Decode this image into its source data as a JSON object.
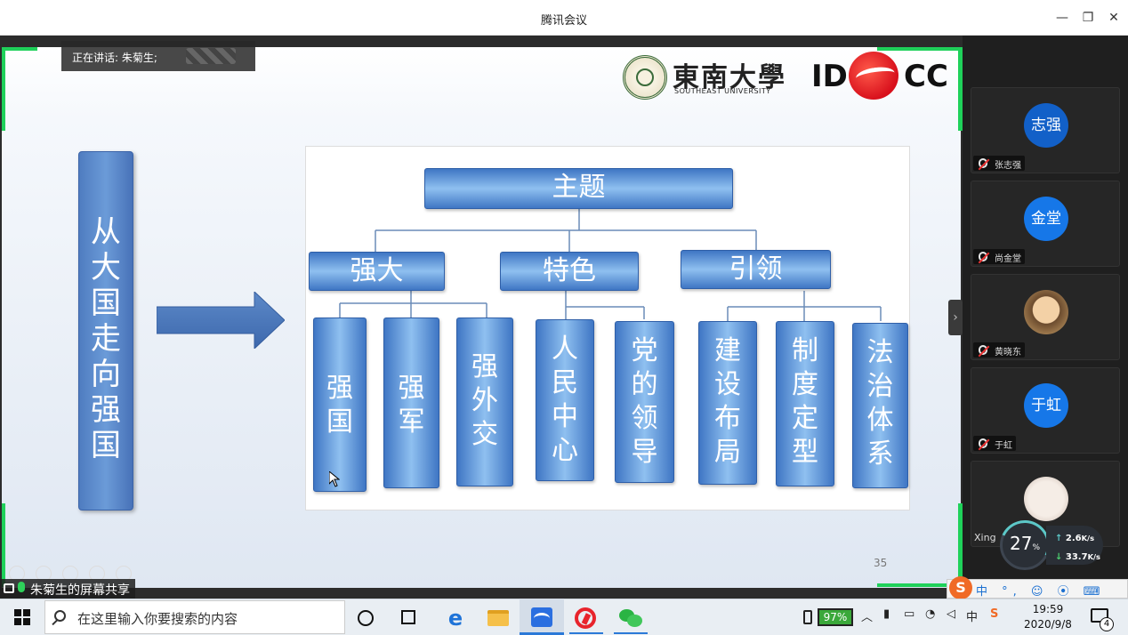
{
  "window": {
    "title": "腾讯会议",
    "minimize": "—",
    "maximize": "❐",
    "close": "✕"
  },
  "share": {
    "speaking_label": "正在讲话: 朱菊生;",
    "sharing_label": "朱菊生的屏幕共享",
    "page_number": "35"
  },
  "slide": {
    "university_cn": "東南大學",
    "university_en": "SOUTHEAST UNIVERSITY",
    "logo_left": "ID",
    "logo_right": "CC",
    "left_box_chars": [
      "从",
      "大",
      "国",
      "走",
      "向",
      "强",
      "国"
    ],
    "root": "主题",
    "branches": [
      "强大",
      "特色",
      "引领"
    ],
    "leaves": [
      [
        "强",
        "国"
      ],
      [
        "强",
        "军"
      ],
      [
        "强",
        "外",
        "交"
      ],
      [
        "人",
        "民",
        "中",
        "心"
      ],
      [
        "党",
        "的",
        "领",
        "导"
      ],
      [
        "建",
        "设",
        "布",
        "局"
      ],
      [
        "制",
        "度",
        "定",
        "型"
      ],
      [
        "法",
        "治",
        "体",
        "系"
      ]
    ]
  },
  "participants": [
    {
      "avatar_text": "志强",
      "name": "张志强"
    },
    {
      "avatar_text": "金堂",
      "name": "尚金堂"
    },
    {
      "avatar_text": "",
      "name": "黄晓东"
    },
    {
      "avatar_text": "于虹",
      "name": "于虹"
    },
    {
      "avatar_text": "",
      "name": "Xing"
    }
  ],
  "network": {
    "cpu_percent": "27",
    "percent_sign": "%",
    "up_speed": "2.6",
    "down_speed": "33.7",
    "unit": "K/s"
  },
  "ime": {
    "logo": "S",
    "items": "中 °, ☺ ⦿ ⌨ ♟ 👕 ▦"
  },
  "taskbar": {
    "search_placeholder": "在这里输入你要搜索的内容",
    "battery": "97%",
    "ime_lang": "中",
    "time": "19:59",
    "date": "2020/9/8",
    "notifications": "4"
  },
  "colors": {
    "accent_green": "#1fd15a",
    "node_blue": "#3f76c4",
    "avatar_blue": "#1677e8"
  }
}
